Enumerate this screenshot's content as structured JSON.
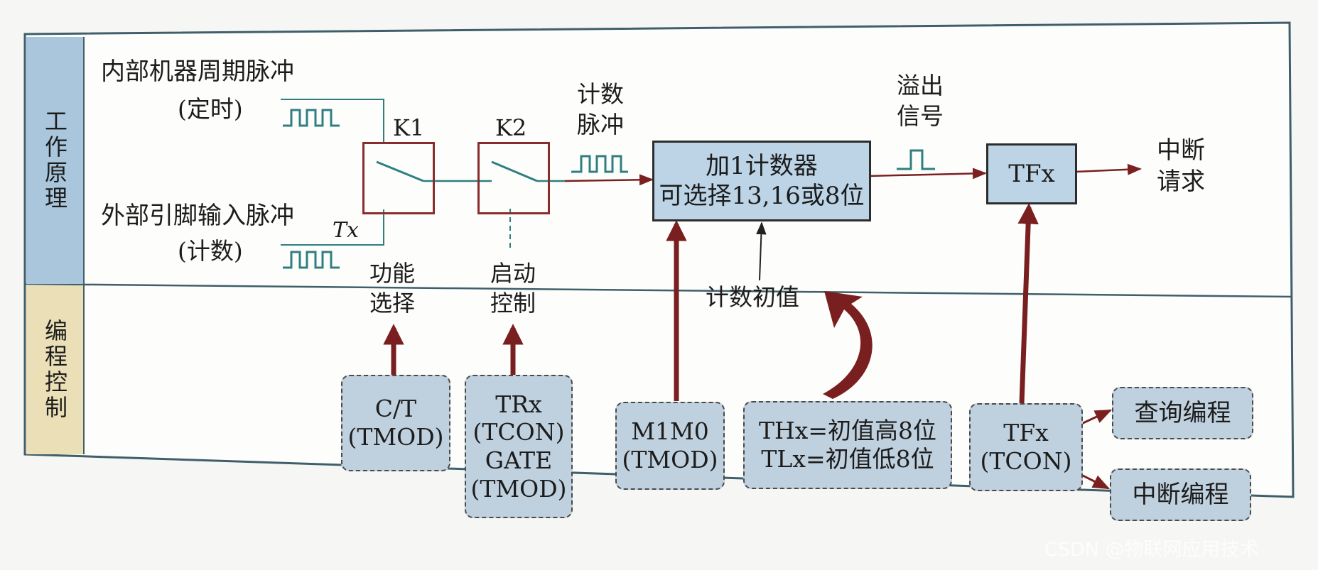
{
  "sections": {
    "working": "工作原理",
    "programming": "编程控制"
  },
  "inputs": {
    "internal_title": "内部机器周期脉冲",
    "internal_mode": "(定时)",
    "external_title": "外部引脚输入脉冲",
    "external_mode": "(计数)",
    "tx_pin": "Tx"
  },
  "switches": {
    "k1": "K1",
    "k2": "K2",
    "function_select": [
      "功能",
      "选择"
    ],
    "start_control": [
      "启动",
      "控制"
    ]
  },
  "counter": {
    "count_pulse": [
      "计数",
      "脉冲"
    ],
    "line1": "加1计数器",
    "line2": "可选择13,16或8位",
    "initial_value": "计数初值"
  },
  "overflow": {
    "label": [
      "溢出",
      "信号"
    ],
    "flag": "TFx",
    "interrupt_request": [
      "中断",
      "请求"
    ]
  },
  "registers": {
    "ct": [
      "C/T",
      "(TMOD)"
    ],
    "trx_gate": [
      "TRx",
      "(TCON)",
      "GATE",
      "(TMOD)"
    ],
    "m1m0": [
      "M1M0",
      "(TMOD)"
    ],
    "th_tl": [
      "THx=初值高8位",
      "TLx=初值低8位"
    ],
    "tfx_tcon": [
      "TFx",
      "(TCON)"
    ]
  },
  "handling": {
    "polling": "查询编程",
    "interrupt": "中断编程"
  },
  "watermark": "CSDN @物联网应用技术",
  "colors": {
    "work_panel": "#a9c6dc",
    "prog_panel": "#eadfb6",
    "box_fill": "#bcd4e6",
    "arrow_red": "#7a1f1f",
    "signal_teal": "#2f7f7f"
  }
}
